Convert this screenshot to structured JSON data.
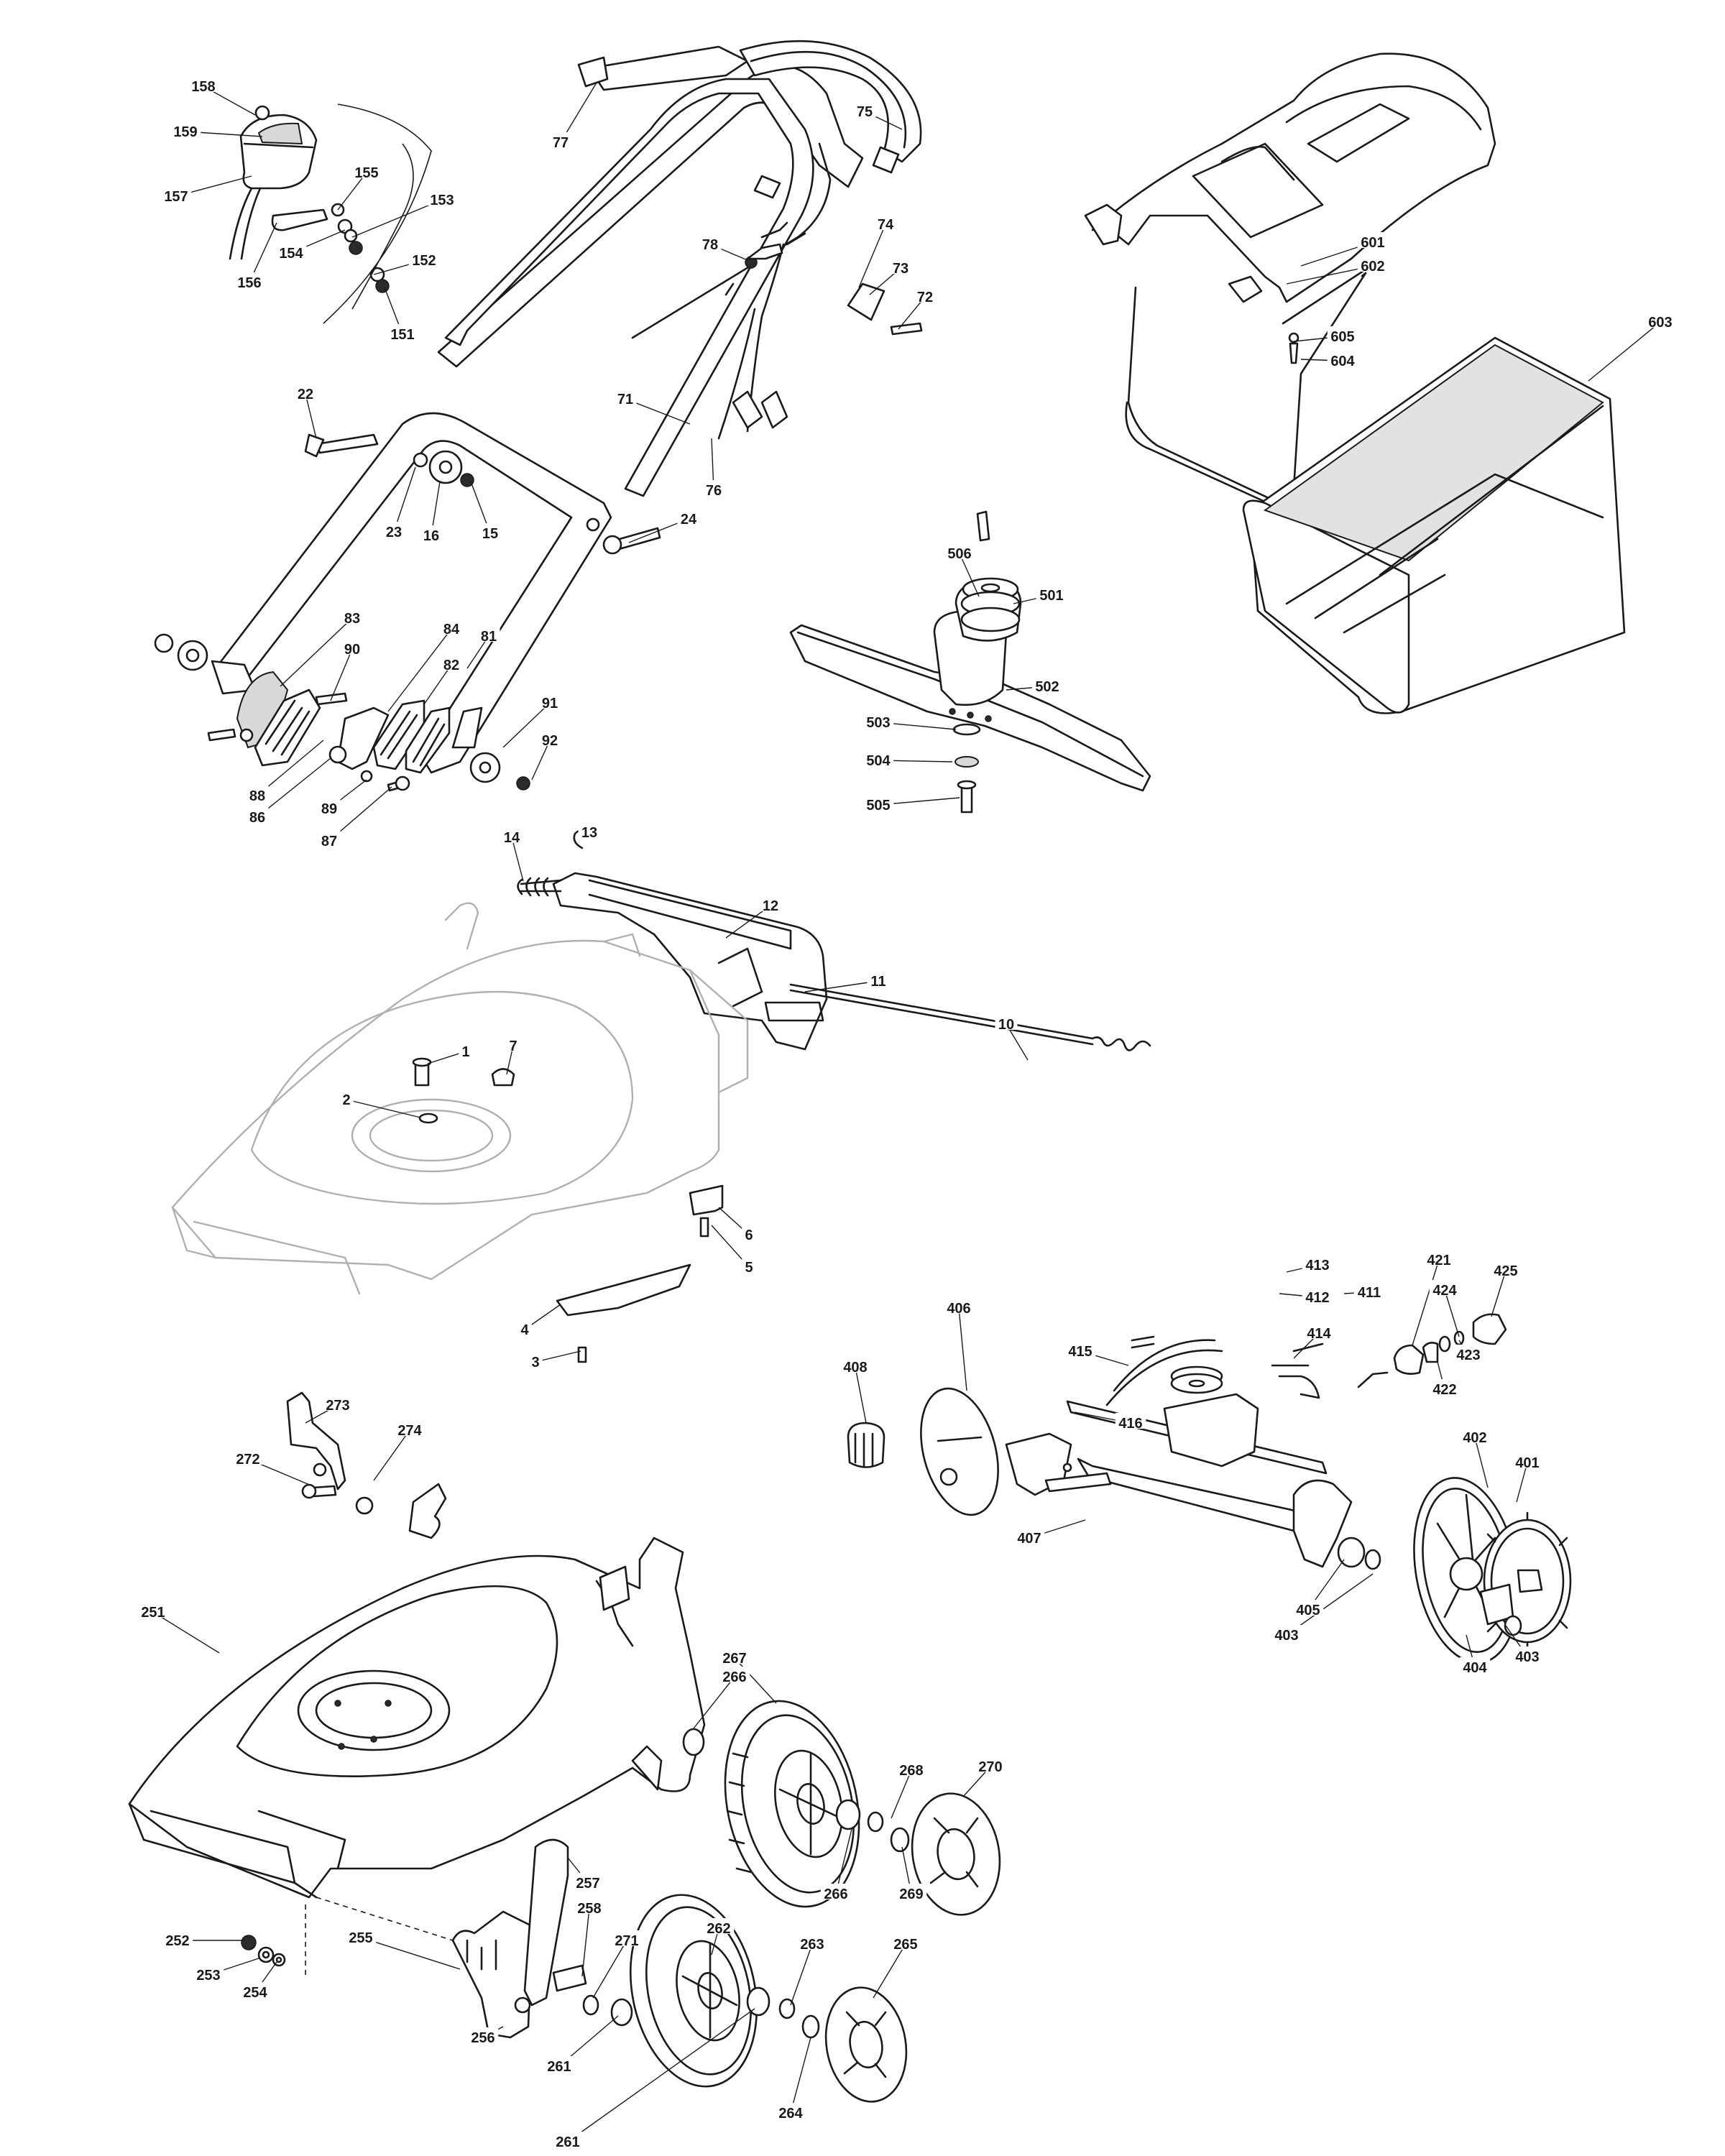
{
  "diagram": {
    "callouts": [
      {
        "id": "158"
      },
      {
        "id": "159"
      },
      {
        "id": "157"
      },
      {
        "id": "155"
      },
      {
        "id": "153"
      },
      {
        "id": "156"
      },
      {
        "id": "154"
      },
      {
        "id": "152"
      },
      {
        "id": "151"
      },
      {
        "id": "77"
      },
      {
        "id": "75"
      },
      {
        "id": "78"
      },
      {
        "id": "74"
      },
      {
        "id": "73"
      },
      {
        "id": "72"
      },
      {
        "id": "22"
      },
      {
        "id": "71"
      },
      {
        "id": "23"
      },
      {
        "id": "16"
      },
      {
        "id": "15"
      },
      {
        "id": "76"
      },
      {
        "id": "24"
      },
      {
        "id": "83"
      },
      {
        "id": "81"
      },
      {
        "id": "90"
      },
      {
        "id": "84"
      },
      {
        "id": "82"
      },
      {
        "id": "91"
      },
      {
        "id": "92"
      },
      {
        "id": "88"
      },
      {
        "id": "86"
      },
      {
        "id": "89"
      },
      {
        "id": "87"
      },
      {
        "id": "601"
      },
      {
        "id": "602"
      },
      {
        "id": "603"
      },
      {
        "id": "605"
      },
      {
        "id": "604"
      },
      {
        "id": "506"
      },
      {
        "id": "501"
      },
      {
        "id": "502"
      },
      {
        "id": "503"
      },
      {
        "id": "504"
      },
      {
        "id": "505"
      },
      {
        "id": "14"
      },
      {
        "id": "13"
      },
      {
        "id": "12"
      },
      {
        "id": "11"
      },
      {
        "id": "10"
      },
      {
        "id": "1"
      },
      {
        "id": "7"
      },
      {
        "id": "2"
      },
      {
        "id": "6"
      },
      {
        "id": "5"
      },
      {
        "id": "4"
      },
      {
        "id": "3"
      },
      {
        "id": "413"
      },
      {
        "id": "421"
      },
      {
        "id": "425"
      },
      {
        "id": "411"
      },
      {
        "id": "412"
      },
      {
        "id": "424"
      },
      {
        "id": "406"
      },
      {
        "id": "414"
      },
      {
        "id": "415"
      },
      {
        "id": "423"
      },
      {
        "id": "422"
      },
      {
        "id": "408"
      },
      {
        "id": "416"
      },
      {
        "id": "402"
      },
      {
        "id": "401"
      },
      {
        "id": "407"
      },
      {
        "id": "405"
      },
      {
        "id": "403"
      },
      {
        "id": "404"
      },
      {
        "id": "403"
      },
      {
        "id": "273"
      },
      {
        "id": "274"
      },
      {
        "id": "272"
      },
      {
        "id": "251"
      },
      {
        "id": "267"
      },
      {
        "id": "266"
      },
      {
        "id": "268"
      },
      {
        "id": "270"
      },
      {
        "id": "266"
      },
      {
        "id": "269"
      },
      {
        "id": "257"
      },
      {
        "id": "258"
      },
      {
        "id": "252"
      },
      {
        "id": "255"
      },
      {
        "id": "253"
      },
      {
        "id": "254"
      },
      {
        "id": "256"
      },
      {
        "id": "271"
      },
      {
        "id": "262"
      },
      {
        "id": "263"
      },
      {
        "id": "265"
      },
      {
        "id": "261"
      },
      {
        "id": "261"
      },
      {
        "id": "264"
      }
    ]
  }
}
